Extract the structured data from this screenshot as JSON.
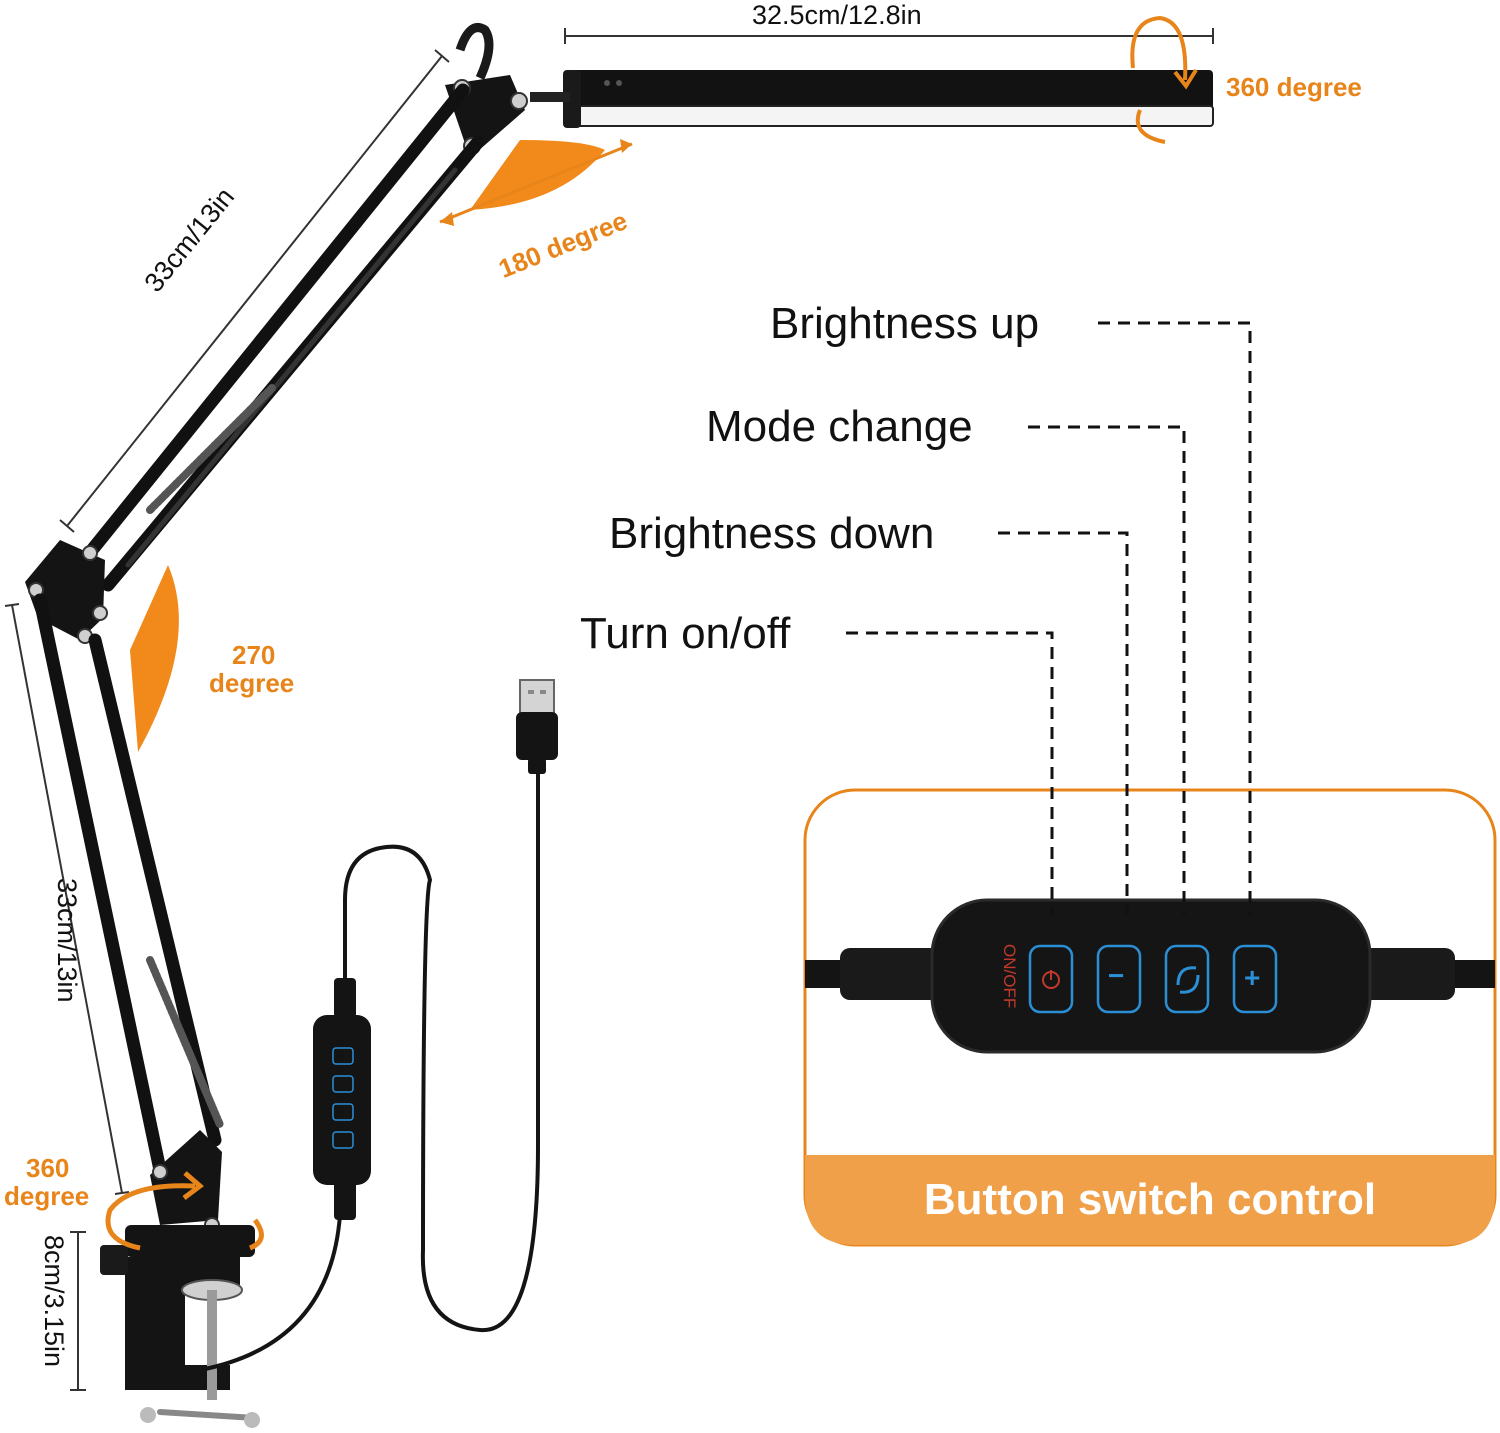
{
  "dimensions": {
    "bar_width": "32.5cm/12.8in",
    "upper_arm": "33cm/13in",
    "lower_arm": "33cm/13in",
    "clamp_height": "8cm/3.15in"
  },
  "rotations": {
    "head": "360 degree",
    "bar_joint": "180 degree",
    "elbow_line1": "270",
    "elbow_line2": "degree",
    "base_line1": "360",
    "base_line2": "degree"
  },
  "callouts": {
    "brightness_up": "Brightness up",
    "mode_change": "Mode change",
    "brightness_down": "Brightness down",
    "turn_on_off": "Turn on/off"
  },
  "controller": {
    "power_label": "ON/OFF",
    "plus_symbol": "+",
    "minus_symbol": "−"
  },
  "panel": {
    "caption": "Button switch control"
  },
  "colors": {
    "accent": "#e8851a",
    "lamp": "#111111",
    "button_outline": "#2b8fd6",
    "power_text": "#c0392b"
  }
}
